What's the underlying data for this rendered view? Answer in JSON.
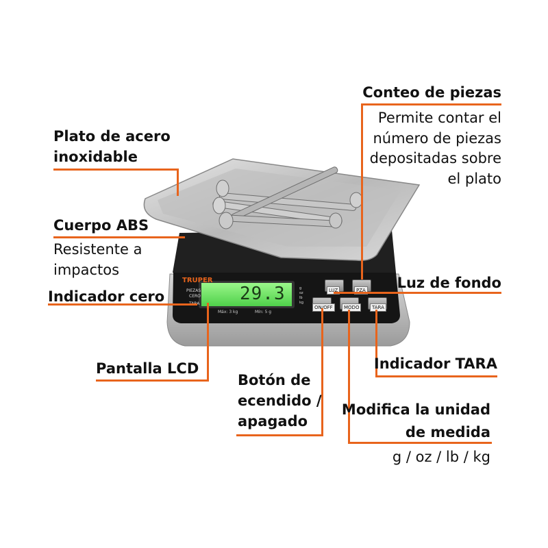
{
  "callouts": {
    "plato": {
      "line1": "Plato de acero",
      "line2": "inoxidable"
    },
    "cuerpo": {
      "title": "Cuerpo ABS",
      "desc1": "Resistente a",
      "desc2": "impactos"
    },
    "indicador_cero": "Indicador cero",
    "pantalla": "Pantalla LCD",
    "boton": {
      "line1": "Botón de",
      "line2": "ecendido /",
      "line3": "apagado"
    },
    "conteo": {
      "title": "Conteo de piezas",
      "desc1": "Permite contar el",
      "desc2": "número de piezas",
      "desc3": "depositadas sobre",
      "desc4": "el plato"
    },
    "luz": "Luz de fondo",
    "tara": "Indicador TARA",
    "unidad": {
      "line1": "Modifica la unidad",
      "line2": "de medida",
      "desc": "g / oz / lb / kg"
    }
  },
  "device": {
    "brand": "TRUPER",
    "display_value": "29.3",
    "display_unit": "g",
    "side_labels": [
      "PIEZAS",
      "CERO",
      "TARA"
    ],
    "unit_marks": [
      "g",
      "oz",
      "lb",
      "kg"
    ],
    "max_text": "Máx: 3 kg",
    "min_text": "Mín: 5 g",
    "buttons": {
      "luz": "LUZ",
      "pza": "PZA",
      "onoff": "ON/OFF",
      "modo": "MODO",
      "tara": "TARA"
    }
  },
  "colors": {
    "accent": "#e8641c",
    "lcd": "#7ef06a",
    "steel": "#c8c8c8",
    "body": "#1a1a1a"
  }
}
